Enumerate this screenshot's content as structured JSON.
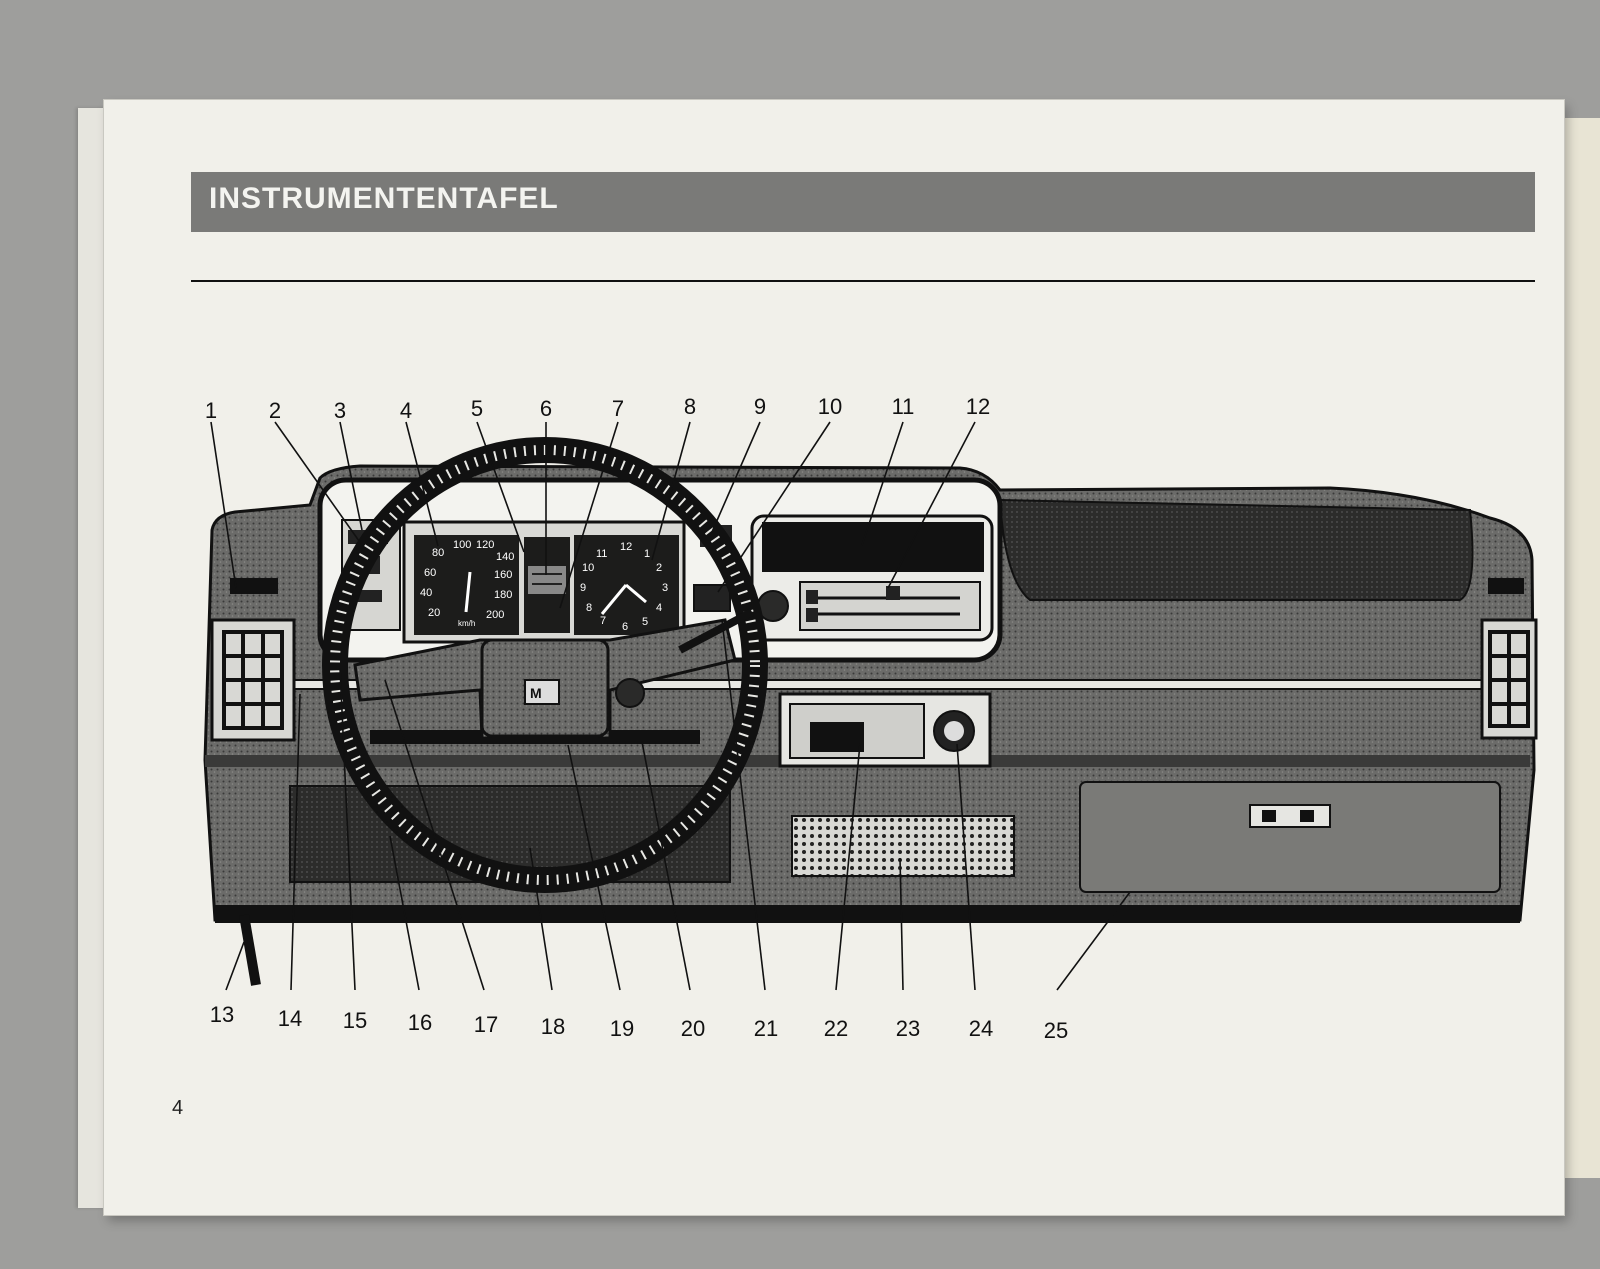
{
  "header": {
    "title": "INSTRUMENTENTAFEL"
  },
  "speedometer": {
    "unit": "km/h",
    "ticks": [
      "20",
      "40",
      "60",
      "80",
      "100",
      "120",
      "140",
      "160",
      "180",
      "200"
    ]
  },
  "clock": {
    "numerals": [
      "12",
      "1",
      "2",
      "3",
      "4",
      "5",
      "6",
      "7",
      "8",
      "9",
      "10",
      "11"
    ]
  },
  "callouts": {
    "top": [
      "1",
      "2",
      "3",
      "4",
      "5",
      "6",
      "7",
      "8",
      "9",
      "10",
      "11",
      "12"
    ],
    "bottom": [
      "13",
      "14",
      "15",
      "16",
      "17",
      "18",
      "19",
      "20",
      "21",
      "22",
      "23",
      "24",
      "25"
    ]
  },
  "footer": {
    "page_number": "4"
  }
}
